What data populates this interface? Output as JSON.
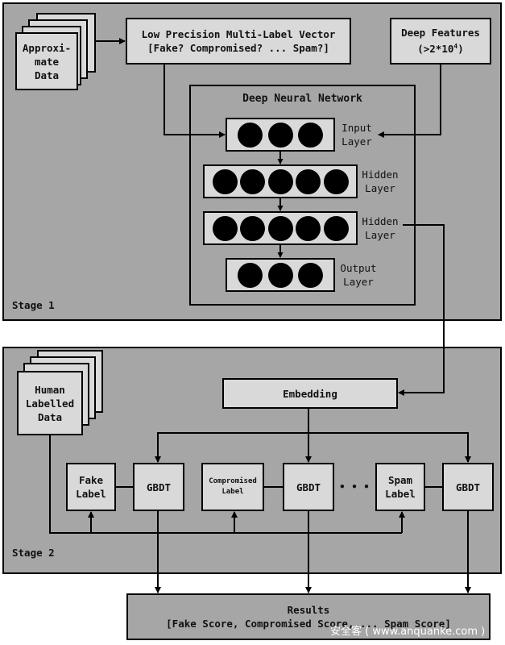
{
  "stage1": {
    "label": "Stage 1",
    "approx_data": [
      "Approxi-",
      "mate",
      "Data"
    ],
    "multilabel": {
      "line1": "Low Precision Multi-Label Vector",
      "line2": "[Fake? Compromised? ... Spam?]"
    },
    "deep_features": {
      "line1": "Deep Features",
      "line2_prefix": "(>2*10",
      "line2_sup": "4",
      "line2_suffix": ")"
    },
    "dnn": {
      "title": "Deep Neural Network",
      "layers": [
        {
          "name": "Input",
          "name2": "Layer",
          "neurons": 3
        },
        {
          "name": "Hidden",
          "name2": "Layer",
          "neurons": 5
        },
        {
          "name": "Hidden",
          "name2": "Layer",
          "neurons": 5
        },
        {
          "name": "Output",
          "name2": "Layer",
          "neurons": 3
        }
      ]
    }
  },
  "stage2": {
    "label": "Stage 2",
    "human_data": [
      "Human",
      "Labelled",
      "Data"
    ],
    "embedding": "Embedding",
    "groups": [
      {
        "label1": "Fake",
        "label2": "Label",
        "model": "GBDT"
      },
      {
        "label1": "Compromised",
        "label2": "Label",
        "model": "GBDT"
      },
      {
        "label1": "Spam",
        "label2": "Label",
        "model": "GBDT"
      }
    ],
    "ellipsis": "• • •"
  },
  "results": {
    "line1": "Results",
    "line2": "[Fake Score, Compromised Score, ... Spam Score]"
  },
  "watermark": "安全客 ( www.anquanke.com )"
}
